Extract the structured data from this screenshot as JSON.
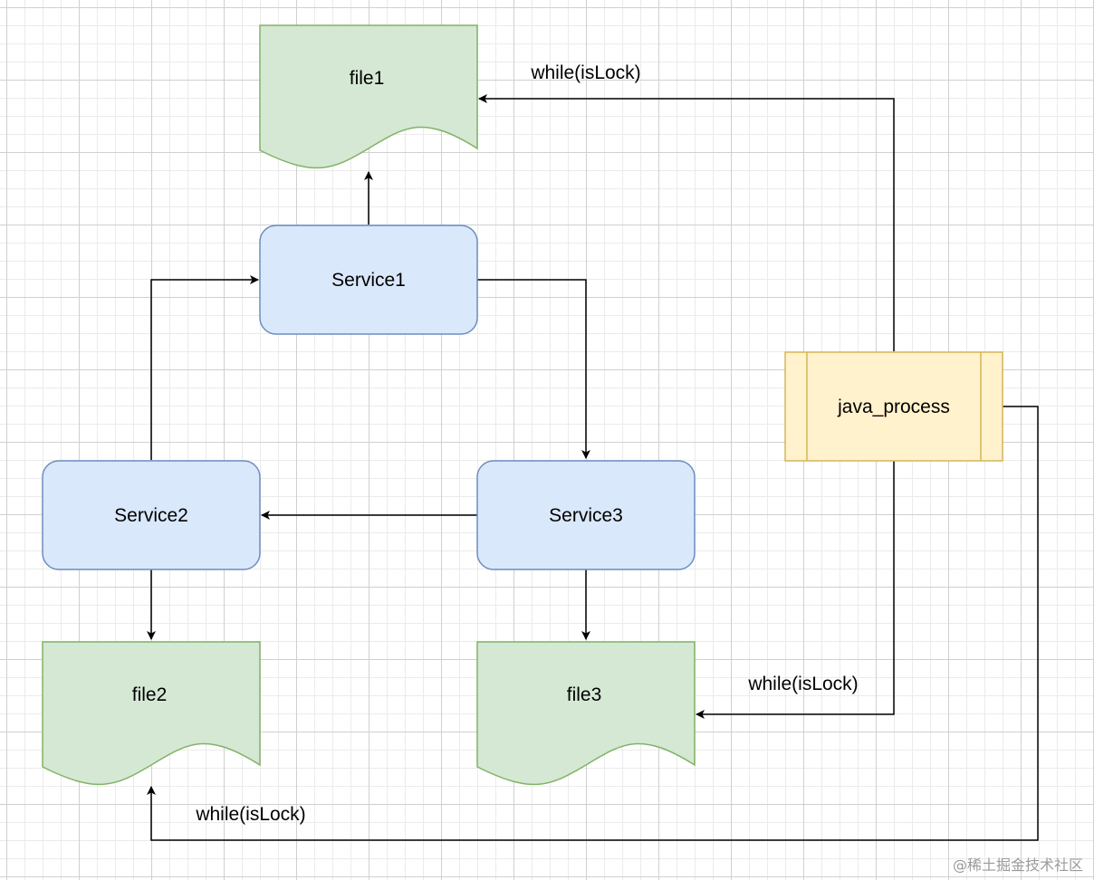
{
  "colors": {
    "service_fill": "#dae8fc",
    "service_stroke": "#6c8ebf",
    "file_fill": "#d5e8d4",
    "file_stroke": "#82b366",
    "process_fill": "#fff2cc",
    "process_stroke": "#d6b656",
    "edge": "#000000"
  },
  "nodes": {
    "file1": "file1",
    "file2": "file2",
    "file3": "file3",
    "service1": "Service1",
    "service2": "Service2",
    "service3": "Service3",
    "java_process": "java_process"
  },
  "edges": {
    "to_file1_label": "while(isLock)",
    "to_file3_label": "while(isLock)",
    "to_file2_label": "while(isLock)"
  },
  "watermark": "@稀土掘金技术社区"
}
